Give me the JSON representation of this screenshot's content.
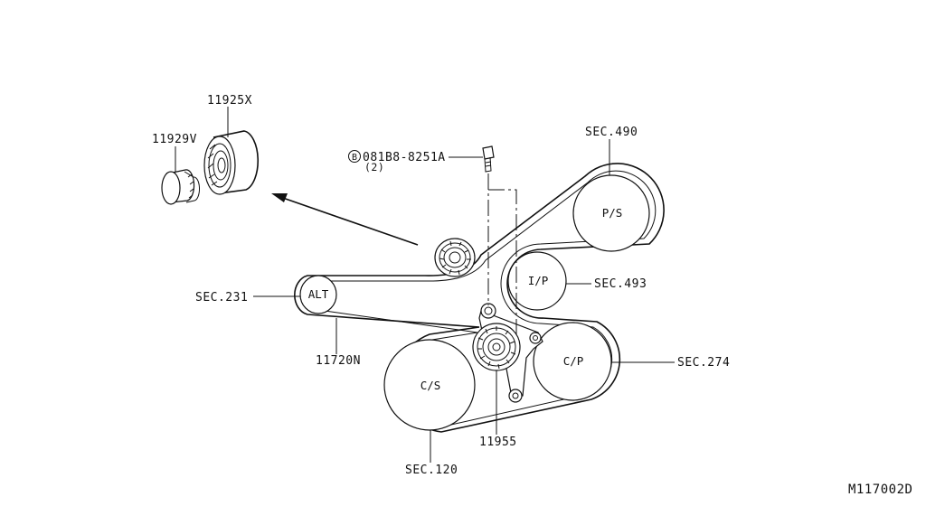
{
  "diagram": {
    "labels": {
      "idler_pulley_part": "11925X",
      "idler_cover_part": "11929V",
      "bolt_part": "081B8-8251A",
      "bolt_qty": "(2)",
      "bolt_symbol": "B",
      "ps_section": "SEC.490",
      "ip_section": "SEC.493",
      "alt_section": "SEC.231",
      "cp_section": "SEC.274",
      "cs_section": "SEC.120",
      "belt_part": "11720N",
      "tensioner_part": "11955",
      "drawing_id": "M117002D"
    },
    "pulleys": {
      "ps": "P/S",
      "ip": "I/P",
      "alt": "ALT",
      "cp": "C/P",
      "cs": "C/S"
    }
  }
}
